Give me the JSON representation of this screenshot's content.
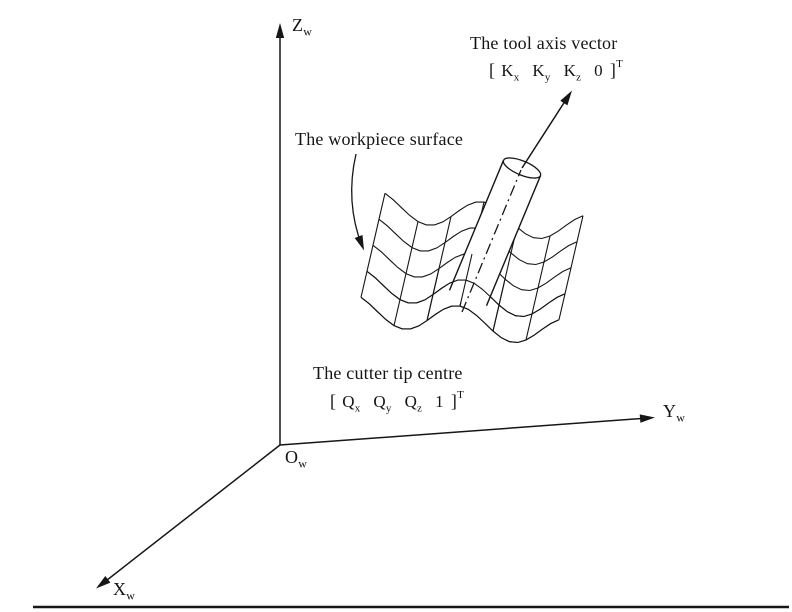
{
  "figure": {
    "tool_axis_label": "The tool axis vector",
    "workpiece_label": "The workpiece surface",
    "cutter_tip_label": "The cutter tip centre",
    "tool_vector": {
      "open": "[",
      "t0b": "K",
      "t0s": "x",
      "t1b": "K",
      "t1s": "y",
      "t2b": "K",
      "t2s": "z",
      "t3b": "0",
      "t3s": "",
      "close": "]",
      "sup": "T"
    },
    "tip_vector": {
      "open": "[",
      "t0b": "Q",
      "t0s": "x",
      "t1b": "Q",
      "t1s": "y",
      "t2b": "Q",
      "t2s": "z",
      "t3b": "1",
      "t3s": "",
      "close": "]",
      "sup": "T"
    },
    "axes": {
      "z_base": "Z",
      "z_sub": "w",
      "y_base": "Y",
      "y_sub": "w",
      "x_base": "X",
      "x_sub": "w",
      "o_base": "O",
      "o_sub": "w"
    }
  },
  "colors": {
    "ink": "#161616",
    "background": "#ffffff"
  }
}
